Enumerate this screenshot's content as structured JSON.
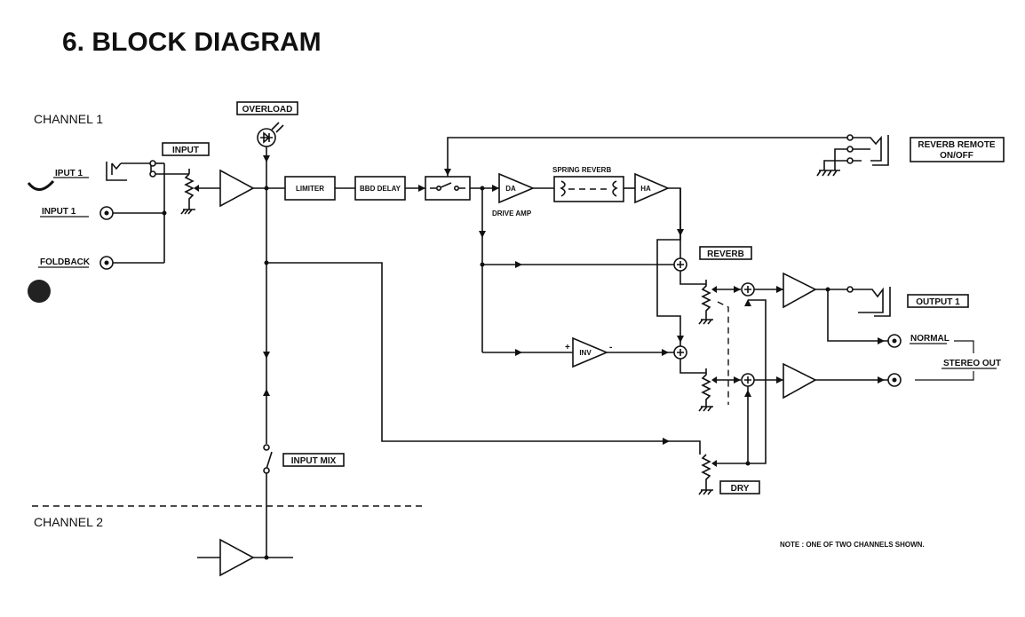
{
  "title": "6. BLOCK DIAGRAM",
  "channels": {
    "channel1": "CHANNEL 1",
    "channel2": "CHANNEL 2"
  },
  "labels": {
    "input_box": "INPUT",
    "overload": "OVERLOAD",
    "iput1": "IPUT 1",
    "input1": "INPUT 1",
    "foldback": "FOLDBACK",
    "input_mix": "INPUT MIX",
    "reverb_remote_line1": "REVERB REMOTE",
    "reverb_remote_line2": "ON/OFF",
    "reverb": "REVERB",
    "output1": "OUTPUT 1",
    "normal": "NORMAL",
    "stereo_out": "STEREO OUT",
    "dry": "DRY"
  },
  "blocks": {
    "limiter": "LIMITER",
    "bbd_delay": "BBD DELAY",
    "da": "DA",
    "drive_amp": "DRIVE AMP",
    "spring_reverb": "SPRING REVERB",
    "ha": "HA",
    "inv": "INV",
    "inv_plus": "+",
    "inv_minus": "-"
  },
  "note": "NOTE : ONE OF TWO CHANNELS SHOWN."
}
